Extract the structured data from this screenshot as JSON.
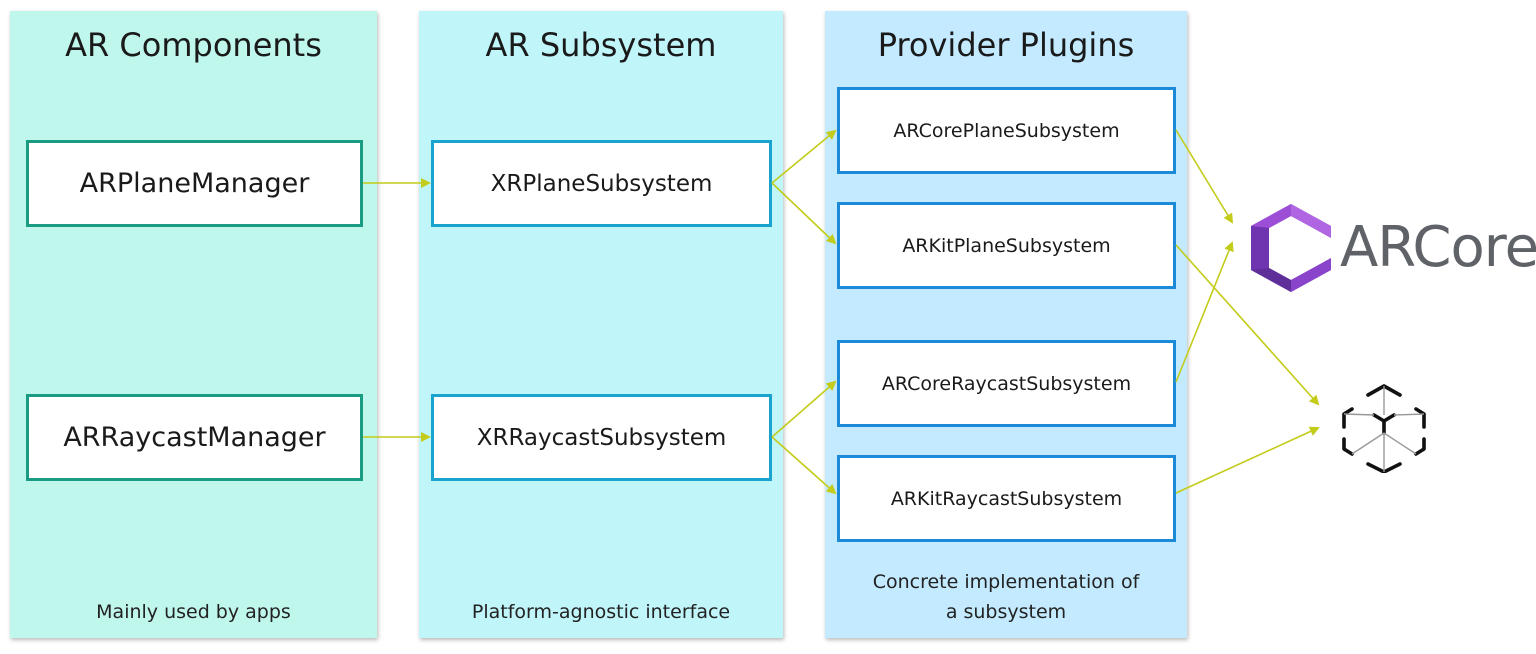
{
  "columns": {
    "components": {
      "title": "AR Components",
      "footer": "Mainly used by apps",
      "color": "#c0f7ed"
    },
    "subsystem": {
      "title": "AR Subsystem",
      "footer": "Platform-agnostic interface",
      "color": "#c0f5fa"
    },
    "providers": {
      "title": "Provider Plugins",
      "footer": "Concrete implementation of\na subsystem",
      "color": "#c3eaff"
    }
  },
  "boxes": {
    "plane_manager": "ARPlaneManager",
    "raycast_manager": "ARRaycastManager",
    "xr_plane": "XRPlaneSubsystem",
    "xr_raycast": "XRRaycastSubsystem",
    "arcore_plane": "ARCorePlaneSubsystem",
    "arkit_plane": "ARKitPlaneSubsystem",
    "arcore_raycast": "ARCoreRaycastSubsystem",
    "arkit_raycast": "ARKitRaycastSubsystem"
  },
  "logos": {
    "arcore": {
      "text": "ARCore",
      "icon": "arcore-logo-icon",
      "colors": [
        "#7b3fbf",
        "#9c4fd6",
        "#5e2e99"
      ]
    },
    "arkit": {
      "icon": "arkit-cube-icon"
    }
  },
  "connector_color": "#c3cc1a"
}
